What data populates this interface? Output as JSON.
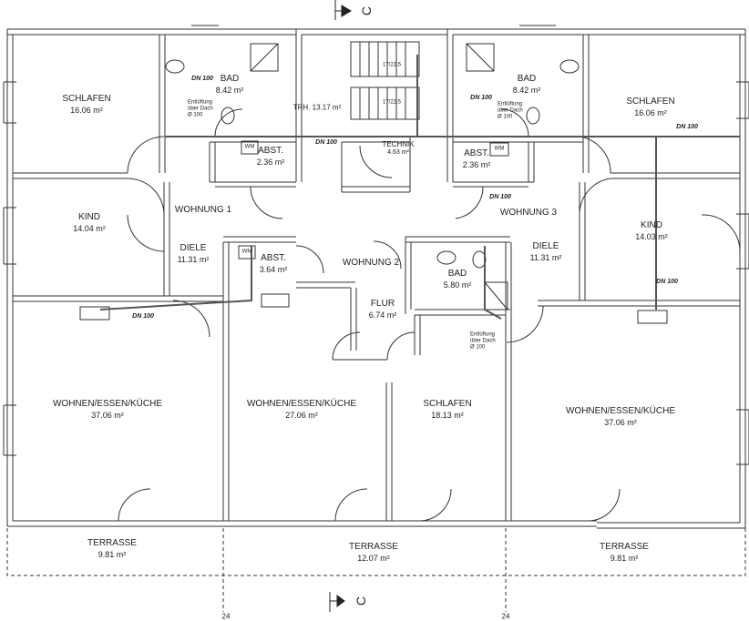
{
  "section_markers": {
    "top": "C",
    "bottom": "C"
  },
  "grid_axis": {
    "left": "24",
    "right": "24"
  },
  "rooms": {
    "schlafen_left": {
      "name": "SCHLAFEN",
      "area": "16.06 m²"
    },
    "bad_left": {
      "name": "BAD",
      "area": "8.42 m²"
    },
    "treppenhaus": {
      "name": "TRH.",
      "area": "13.17 m²"
    },
    "bad_right": {
      "name": "BAD",
      "area": "8.42 m²"
    },
    "schlafen_right": {
      "name": "SCHLAFEN",
      "area": "16.06 m²"
    },
    "abst_left": {
      "name": "ABST.",
      "area": "2.36 m²"
    },
    "technik": {
      "name": "TECHNIK",
      "area": "4.63 m²"
    },
    "abst_right": {
      "name": "ABST.",
      "area": "2.36 m²"
    },
    "kind_left": {
      "name": "KIND",
      "area": "14.04 m²"
    },
    "wohnung1": {
      "name": "WOHNUNG 1"
    },
    "diele_left": {
      "name": "DIELE",
      "area": "11.31 m²"
    },
    "abst_mid": {
      "name": "ABST.",
      "area": "3.64 m²"
    },
    "wohnung2": {
      "name": "WOHNUNG 2"
    },
    "bad_mid": {
      "name": "BAD",
      "area": "5.80 m²"
    },
    "flur": {
      "name": "FLUR",
      "area": "6.74 m²"
    },
    "wohnung3": {
      "name": "WOHNUNG 3"
    },
    "diele_right": {
      "name": "DIELE",
      "area": "11.31 m²"
    },
    "kind_right": {
      "name": "KIND",
      "area": "14.03 m²"
    },
    "wek_left": {
      "name": "WOHNEN/ESSEN/KÜCHE",
      "area": "37.06 m²"
    },
    "wek_mid": {
      "name": "WOHNEN/ESSEN/KÜCHE",
      "area": "27.06 m²"
    },
    "schlafen_mid": {
      "name": "SCHLAFEN",
      "area": "18.13 m²"
    },
    "wek_right": {
      "name": "WOHNEN/ESSEN/KÜCHE",
      "area": "37.06 m²"
    },
    "terrasse_left": {
      "name": "TERRASSE",
      "area": "9.81 m²"
    },
    "terrasse_mid": {
      "name": "TERRASSE",
      "area": "12.07 m²"
    },
    "terrasse_right": {
      "name": "TERRASSE",
      "area": "9.81 m²"
    }
  },
  "fixtures": {
    "wm": "WM"
  },
  "pipe": {
    "dn": "DN 100"
  },
  "vent": {
    "line1": "Entlüftung",
    "line2": "über Dach",
    "line3": "Ø 100"
  },
  "stair_steps": {
    "upper": "17/22.5",
    "lower": "17/22.5"
  }
}
